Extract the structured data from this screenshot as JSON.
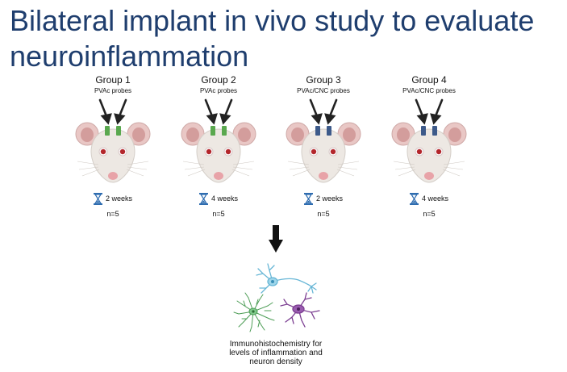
{
  "title": {
    "line1": "Bilateral implant in vivo study to evaluate",
    "line2": "neuroinflammation"
  },
  "colors": {
    "title": "#1f3e6e",
    "probe_pvac": "#5aa84f",
    "probe_pvac_cnc": "#3d5a8a",
    "arrow": "#111111",
    "hourglass": "#2f6db0"
  },
  "groups": [
    {
      "title": "Group 1",
      "probe": "PVAc probes",
      "probe_type": "pvac",
      "duration": "2 weeks",
      "n": "n=5",
      "icon": "hourglass-icon"
    },
    {
      "title": "Group 2",
      "probe": "PVAc probes",
      "probe_type": "pvac",
      "duration": "4 weeks",
      "n": "n=5",
      "icon": "hourglass-icon"
    },
    {
      "title": "Group 3",
      "probe": "PVAc/CNC probes",
      "probe_type": "cnc",
      "duration": "2 weeks",
      "n": "n=5",
      "icon": "hourglass-icon"
    },
    {
      "title": "Group 4",
      "probe": "PVAc/CNC probes",
      "probe_type": "cnc",
      "duration": "4 weeks",
      "n": "n=5",
      "icon": "hourglass-icon"
    }
  ],
  "outcome": {
    "line1": "Immunohistochemistry for",
    "line2": "levels of inflammation and",
    "line3": "neuron density"
  }
}
